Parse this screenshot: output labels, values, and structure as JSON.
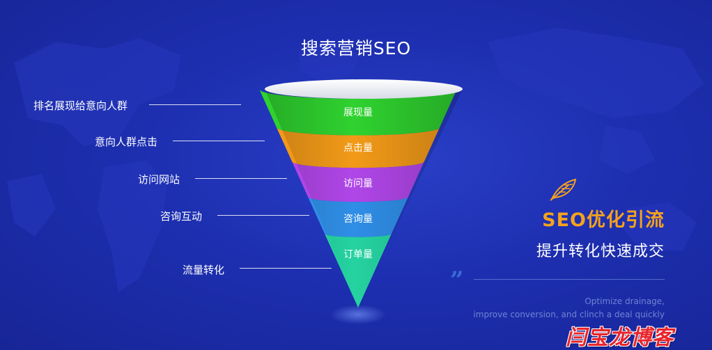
{
  "title": "搜索营销SEO",
  "funnel": {
    "stages": [
      {
        "label": "展现量",
        "side_label": "排名展现给意向人群",
        "color": "#2fd22f"
      },
      {
        "label": "点击量",
        "side_label": "意向人群点击",
        "color": "#f29a18"
      },
      {
        "label": "访问量",
        "side_label": "访问网站",
        "color": "#b046e8"
      },
      {
        "label": "咨询量",
        "side_label": "咨询互动",
        "color": "#2f8ee6"
      },
      {
        "label": "订单量",
        "side_label": "流量转化",
        "color": "#25d3a0"
      }
    ]
  },
  "promo": {
    "title": "SEO优化引流",
    "subtitle": "提升转化快速成交",
    "quote": "”",
    "en_line1": "Optimize drainage,",
    "en_line2": "improve conversion, and clinch a deal quickly"
  },
  "watermark": "闫宝龙博客",
  "colors": {
    "background": "#1d2fb0",
    "accent": "#f4a21d",
    "watermark": "#e8242c"
  },
  "icons": {
    "feather": "feather-icon"
  }
}
